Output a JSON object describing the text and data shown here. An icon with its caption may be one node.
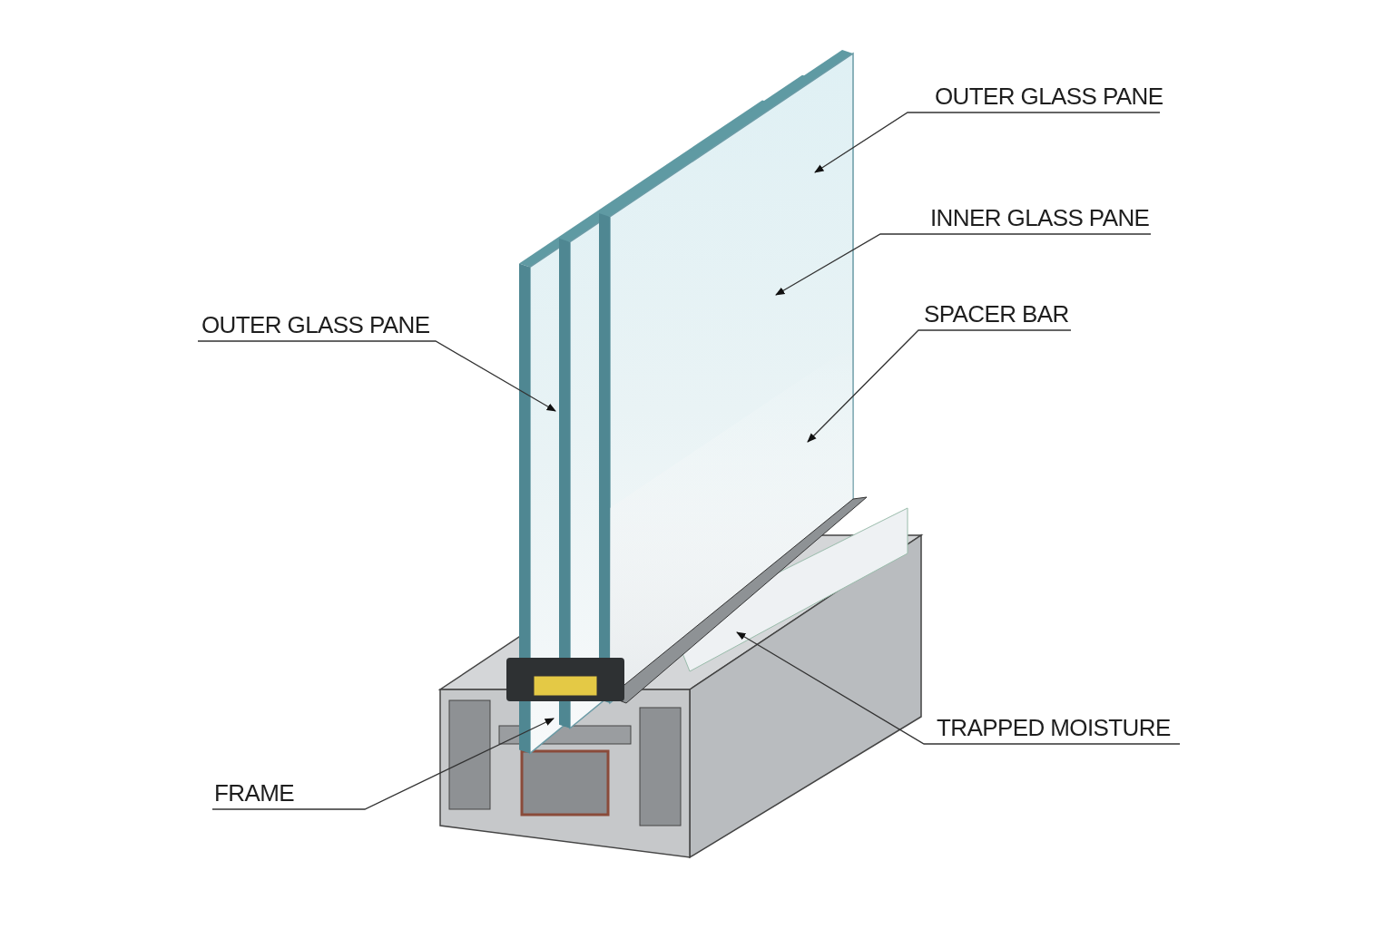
{
  "diagram": {
    "nodes": [
      {
        "text": [
          "OUTER GLASS PANE"
        ]
      },
      {
        "text": [
          "INNER GLASS PANE"
        ]
      },
      {
        "text": [
          "SPACER BAR"
        ]
      },
      {
        "text": [
          "OUTER GLASS PANE"
        ]
      },
      {
        "text": [
          "TRAPPED MOISTURE"
        ]
      },
      {
        "text": [
          "FRAME"
        ]
      }
    ],
    "edges": [
      {
        "from": 0,
        "to": null,
        "arrow": "to"
      },
      {
        "from": 1,
        "to": null,
        "arrow": "to"
      },
      {
        "from": 2,
        "to": null,
        "arrow": "to"
      },
      {
        "from": 3,
        "to": null,
        "arrow": "to"
      },
      {
        "from": 4,
        "to": null,
        "arrow": "to"
      },
      {
        "from": 5,
        "to": null,
        "arrow": "to"
      }
    ]
  }
}
